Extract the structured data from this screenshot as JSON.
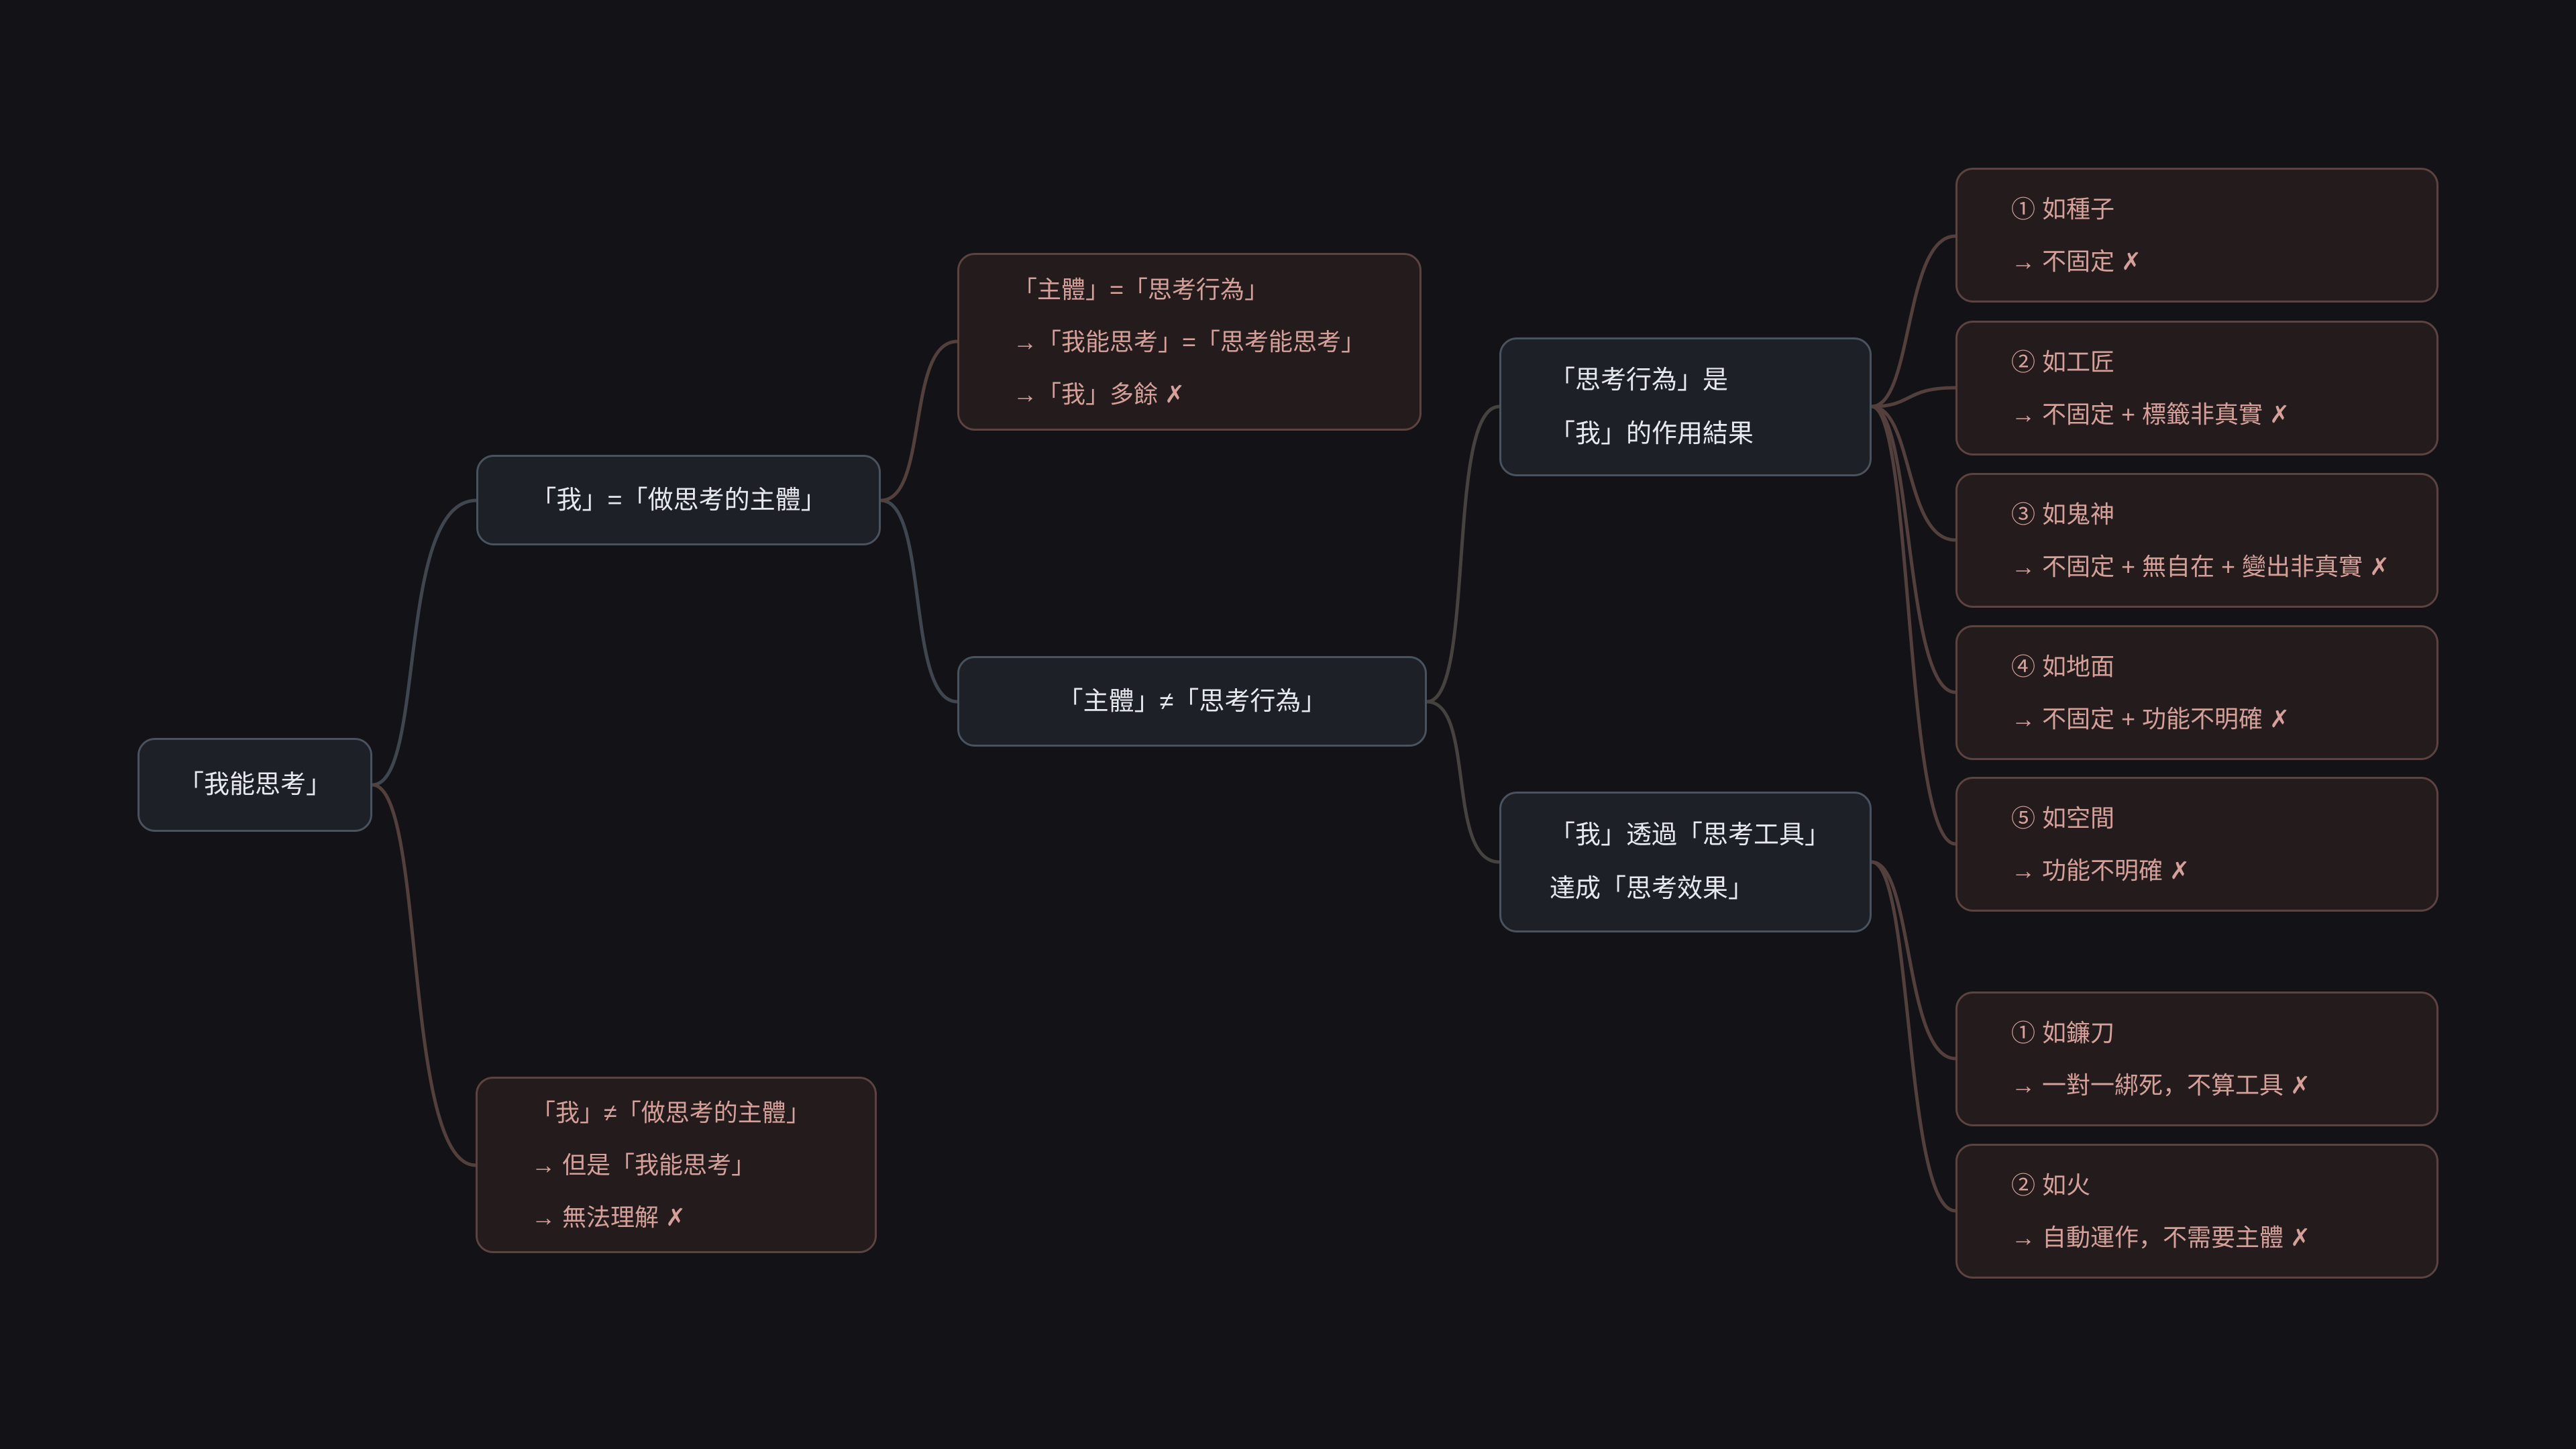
{
  "colors": {
    "background": "#121217",
    "node_bg": "#1d2026",
    "node_border": "#49525f",
    "node_text": "#e6e9ee",
    "pink_bg": "#241c1c",
    "pink_border": "#5c4340",
    "pink_text": "#d5a09a",
    "edge_gray": "#3f4650",
    "edge_brown": "#53403c"
  },
  "mindmap": {
    "root": {
      "label": "「我能思考」"
    },
    "subject_eq": {
      "label": "「我」=「做思考的主體」"
    },
    "subject_neq": {
      "label": "「主體」≠「思考行為」"
    },
    "pink_top": {
      "lines": [
        "「主體」=「思考行為」",
        "→「我能思考」=「思考能思考」",
        "→「我」多餘 ✗"
      ]
    },
    "pink_bottom": {
      "lines": [
        "「我」≠「做思考的主體」",
        "→ 但是「我能思考」",
        "→ 無法理解 ✗"
      ]
    },
    "result": {
      "lines": [
        "「思考行為」是",
        "「我」的作用結果"
      ]
    },
    "tool": {
      "lines": [
        "「我」透過「思考工具」",
        "達成「思考效果」"
      ]
    },
    "result_examples": [
      {
        "lines": [
          "① 如種子",
          "→ 不固定 ✗"
        ]
      },
      {
        "lines": [
          "② 如工匠",
          "→ 不固定 + 標籤非真實 ✗"
        ]
      },
      {
        "lines": [
          "③ 如鬼神",
          "→ 不固定 + 無自在 + 變出非真實 ✗"
        ]
      },
      {
        "lines": [
          "④ 如地面",
          "→ 不固定 + 功能不明確 ✗"
        ]
      },
      {
        "lines": [
          "⑤ 如空間",
          "→ 功能不明確 ✗"
        ]
      }
    ],
    "tool_examples": [
      {
        "lines": [
          "① 如鐮刀",
          "→ 一對一綁死，不算工具 ✗"
        ]
      },
      {
        "lines": [
          "② 如火",
          "→ 自動運作，不需要主體 ✗"
        ]
      }
    ]
  }
}
